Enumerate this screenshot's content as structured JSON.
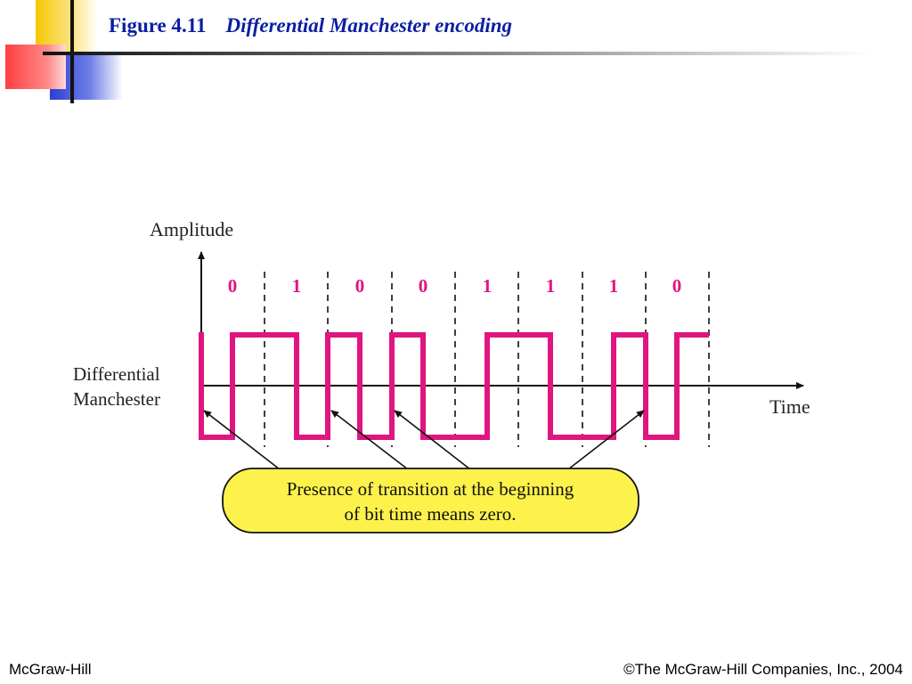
{
  "title": {
    "figure_number": "Figure 4.11",
    "caption": "Differential Manchester encoding"
  },
  "diagram": {
    "y_axis_label": "Amplitude",
    "x_axis_label": "Time",
    "signal_label_line1": "Differential",
    "signal_label_line2": "Manchester",
    "bits": [
      "0",
      "1",
      "0",
      "0",
      "1",
      "1",
      "1",
      "0"
    ],
    "callout_line1": "Presence of transition at the beginning",
    "callout_line2": "of bit time means zero."
  },
  "footer": {
    "left": "McGraw-Hill",
    "right": "©The McGraw-Hill Companies, Inc., 2004"
  },
  "colors": {
    "title": "#0b1ea3",
    "signal": "#e0157f",
    "bit_label": "#e0157f",
    "callout_fill": "#fdf24b",
    "decor_yellow": "#f6c800",
    "decor_red": "#ff3f3f",
    "decor_blue": "#2c3fd4"
  }
}
